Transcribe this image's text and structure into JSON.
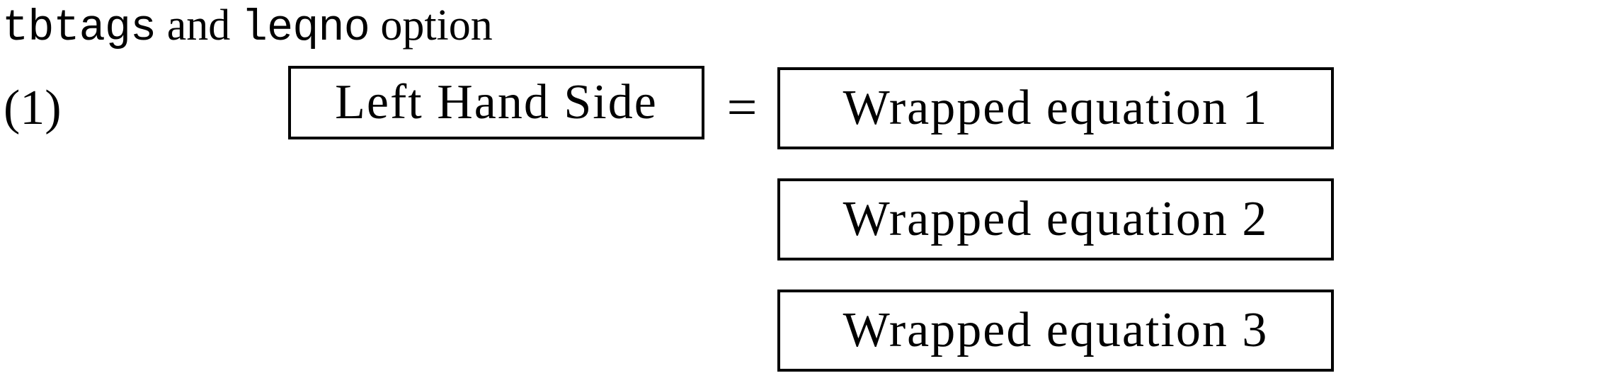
{
  "page": {
    "background": "#ffffff",
    "text_color": "#000000",
    "rule_color": "#000000"
  },
  "title": {
    "segments": [
      {
        "text": "tbtags",
        "style": "typewriter"
      },
      {
        "text": " and ",
        "style": "serif"
      },
      {
        "text": "leqno",
        "style": "typewriter"
      },
      {
        "text": " option",
        "style": "serif"
      }
    ]
  },
  "equation": {
    "number": "(1)",
    "lhs": "Left Hand Side",
    "relation": "=",
    "rhs_lines": [
      "Wrapped equation 1",
      "Wrapped equation 2",
      "Wrapped equation 3"
    ]
  }
}
